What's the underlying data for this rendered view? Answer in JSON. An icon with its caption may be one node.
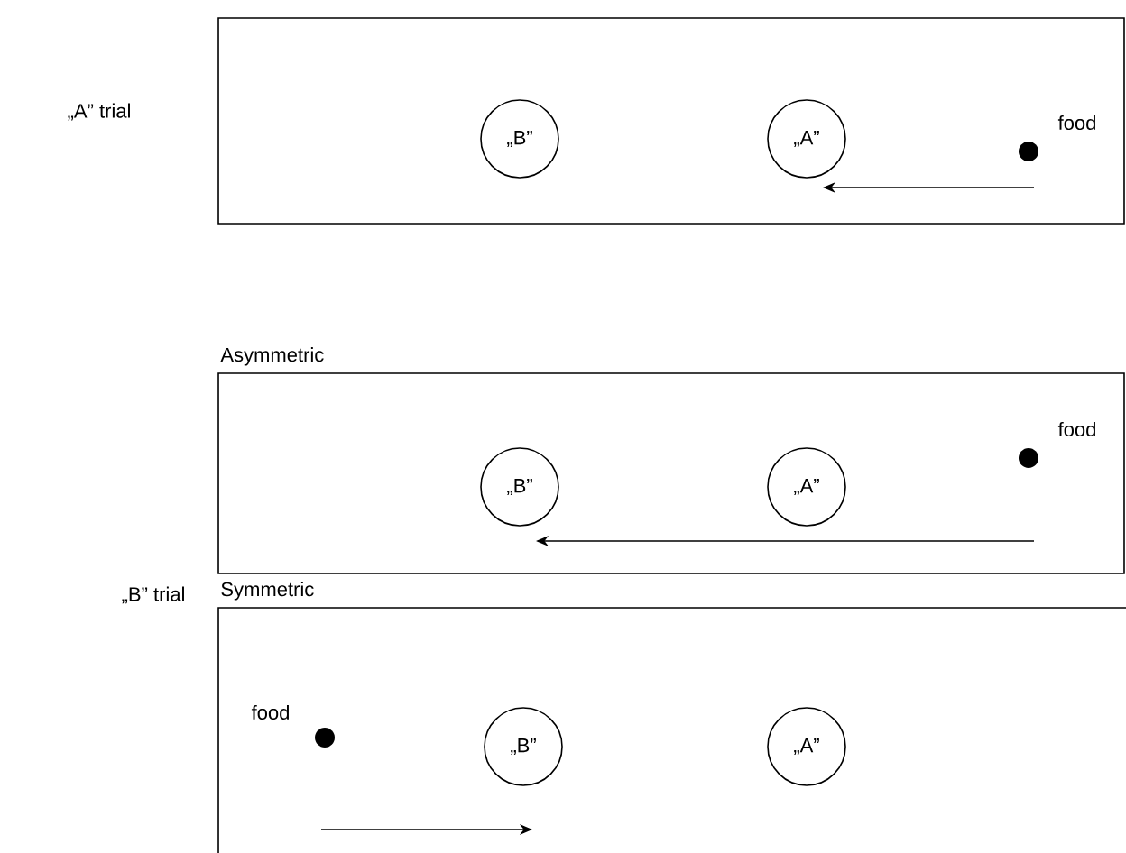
{
  "diagram": {
    "nodes": [
      {
        "text": [],
        "shape": "box"
      },
      {
        "text": [
          "„B”"
        ],
        "in": 0
      },
      {
        "text": [
          "„A”"
        ],
        "in": 0
      },
      {
        "text": [],
        "shape": "circle",
        "beside": [
          "food"
        ],
        "in": 0
      },
      {
        "text": [
          "Asymmetric"
        ]
      },
      {
        "text": [
          "„B”"
        ],
        "in": 4
      },
      {
        "text": [
          "„A”"
        ],
        "in": 4
      },
      {
        "text": [],
        "shape": "circle",
        "beside": [
          "food"
        ],
        "in": 4
      },
      {
        "text": [
          "Symmetric"
        ]
      },
      {
        "text": [],
        "shape": "circle",
        "beside": [
          "food"
        ],
        "in": 8
      },
      {
        "text": [
          "„B”"
        ],
        "in": 8
      },
      {
        "text": [
          "„A”"
        ],
        "in": 8
      }
    ],
    "labels": [
      "„A” trial",
      "„B” trial"
    ]
  }
}
